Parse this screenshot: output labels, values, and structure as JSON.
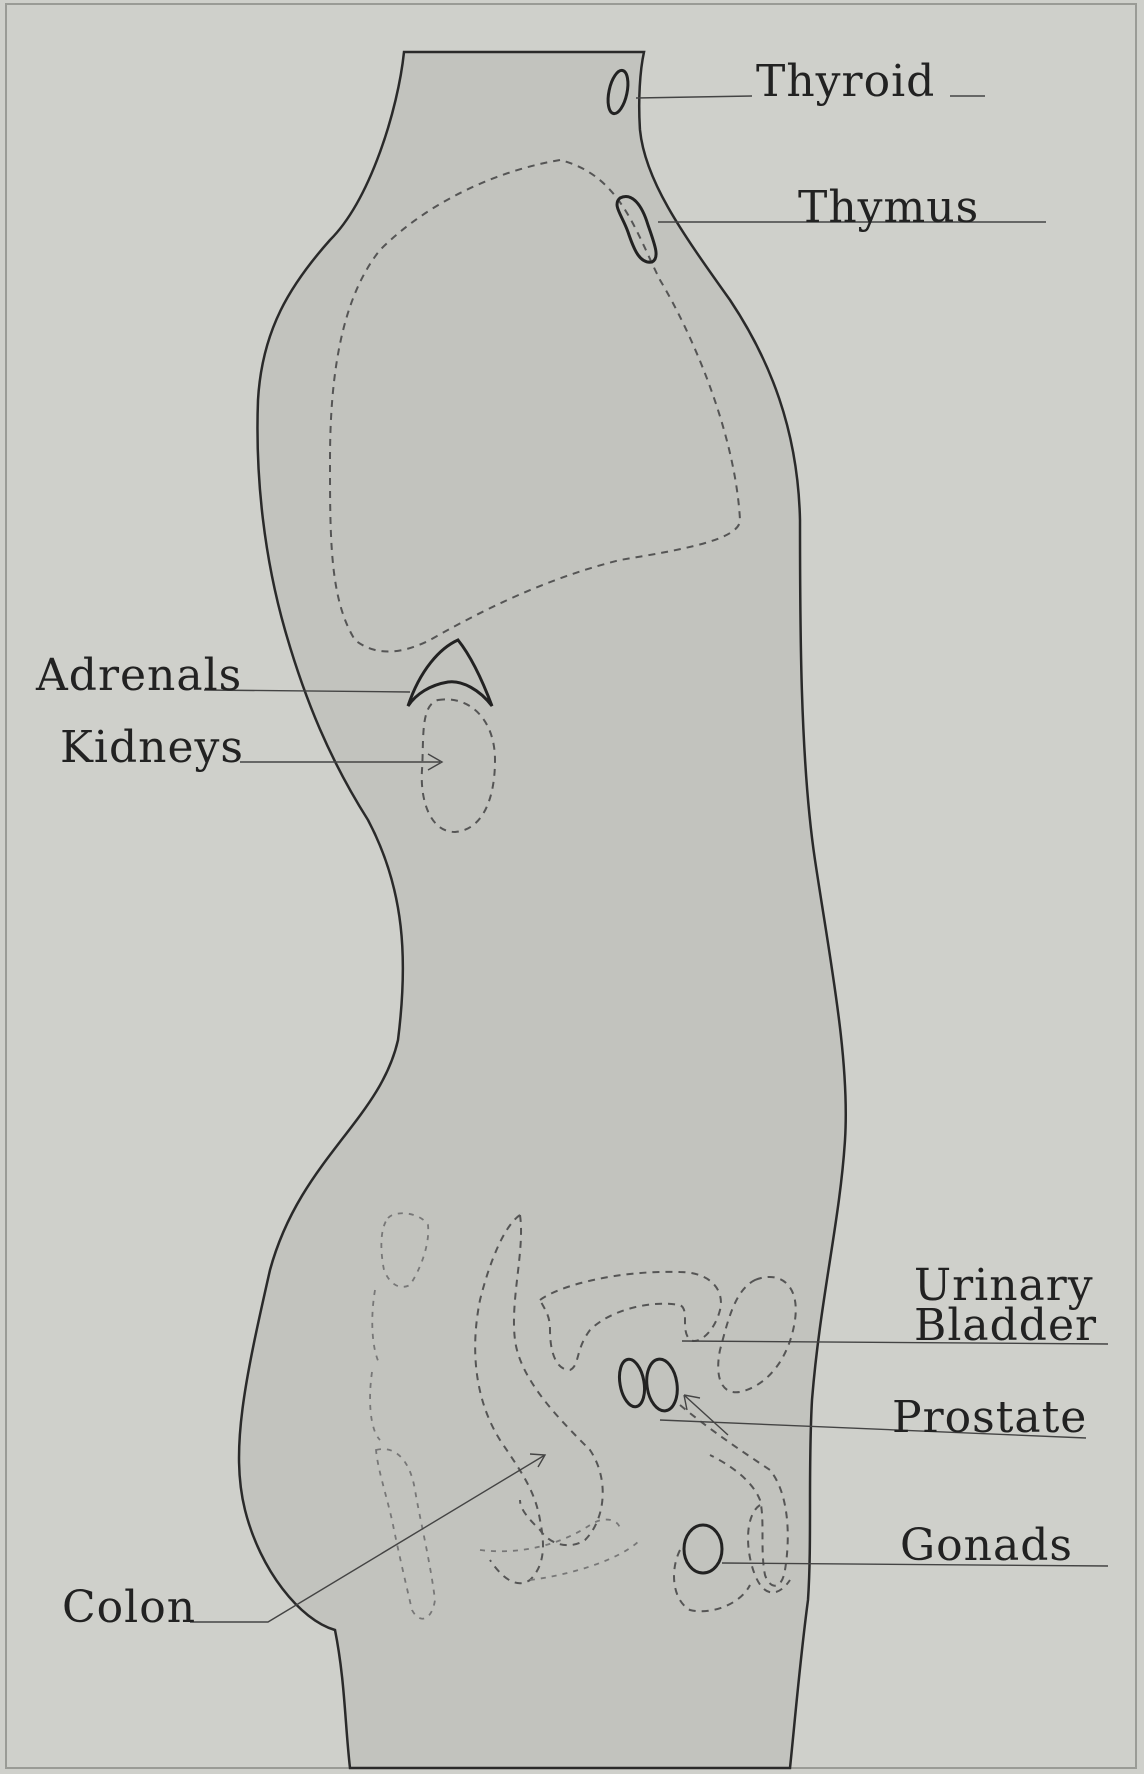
{
  "diagram": {
    "labels": {
      "thyroid": "Thyroid",
      "thymus": "Thymus",
      "adrenals": "Adrenals",
      "kidneys": "Kidneys",
      "urinary_bladder_line1": "Urinary",
      "urinary_bladder_line2": "Bladder",
      "prostate": "Prostate",
      "gonads": "Gonads",
      "colon": "Colon"
    },
    "colors": {
      "background": "#cfd0cb",
      "body_fill": "#c2c3be",
      "outline": "#2a2a2a"
    }
  }
}
